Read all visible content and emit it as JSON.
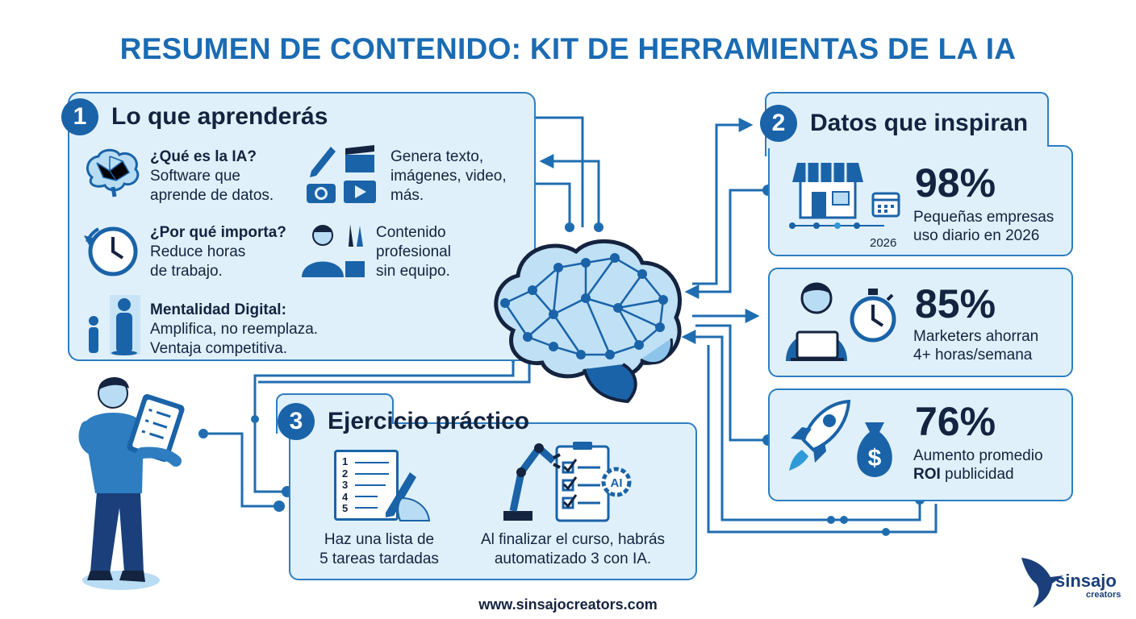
{
  "title": "RESUMEN DE CONTENIDO: KIT DE HERRAMIENTAS DE LA IA",
  "section1": {
    "number": "1",
    "title": "Lo que aprenderás",
    "items": [
      {
        "heading": "¿Qué es la IA?",
        "line1": "Software que",
        "line2": "aprende de datos."
      },
      {
        "line1": "Genera texto,",
        "line2": "imágenes, video,",
        "line3": "más."
      },
      {
        "heading": "¿Por qué importa?",
        "line1": "Reduce horas",
        "line2": "de trabajo."
      },
      {
        "line1": "Contenido",
        "line2": "profesional",
        "line3": "sin equipo."
      },
      {
        "heading": "Mentalidad Digital:",
        "line1": "Amplifica, no reemplaza.",
        "line2": "Ventaja competitiva."
      }
    ]
  },
  "section2": {
    "number": "2",
    "title": "Datos que inspiran",
    "stats": [
      {
        "value": "98%",
        "line1": "Pequeñas empresas",
        "line2": "uso diario en 2026",
        "year_label": "2026"
      },
      {
        "value": "85%",
        "line1": "Marketers ahorran",
        "line2": "4+ horas/semana"
      },
      {
        "value": "76%",
        "line1": "Aumento promedio",
        "line2_bold": "ROI",
        "line2_rest": " publicidad"
      }
    ]
  },
  "section3": {
    "number": "3",
    "title": "Ejercicio práctico",
    "list_numbers": [
      "1",
      "2",
      "3",
      "4",
      "5"
    ],
    "step1": {
      "line1": "Haz una lista de",
      "line2": "5 tareas tardadas"
    },
    "step2": {
      "line1": "Al finalizar el curso, habrás",
      "line2": "automatizado 3 con IA."
    },
    "ai_label": "AI"
  },
  "footer": {
    "url": "www.sinsajocreators.com"
  },
  "logo": {
    "name": "sinsajo",
    "sub": "creators"
  },
  "colors": {
    "primary": "#1a6bb3",
    "panel_bg": "#dff0fb",
    "border": "#2e7dc1",
    "dark": "#14233f"
  }
}
